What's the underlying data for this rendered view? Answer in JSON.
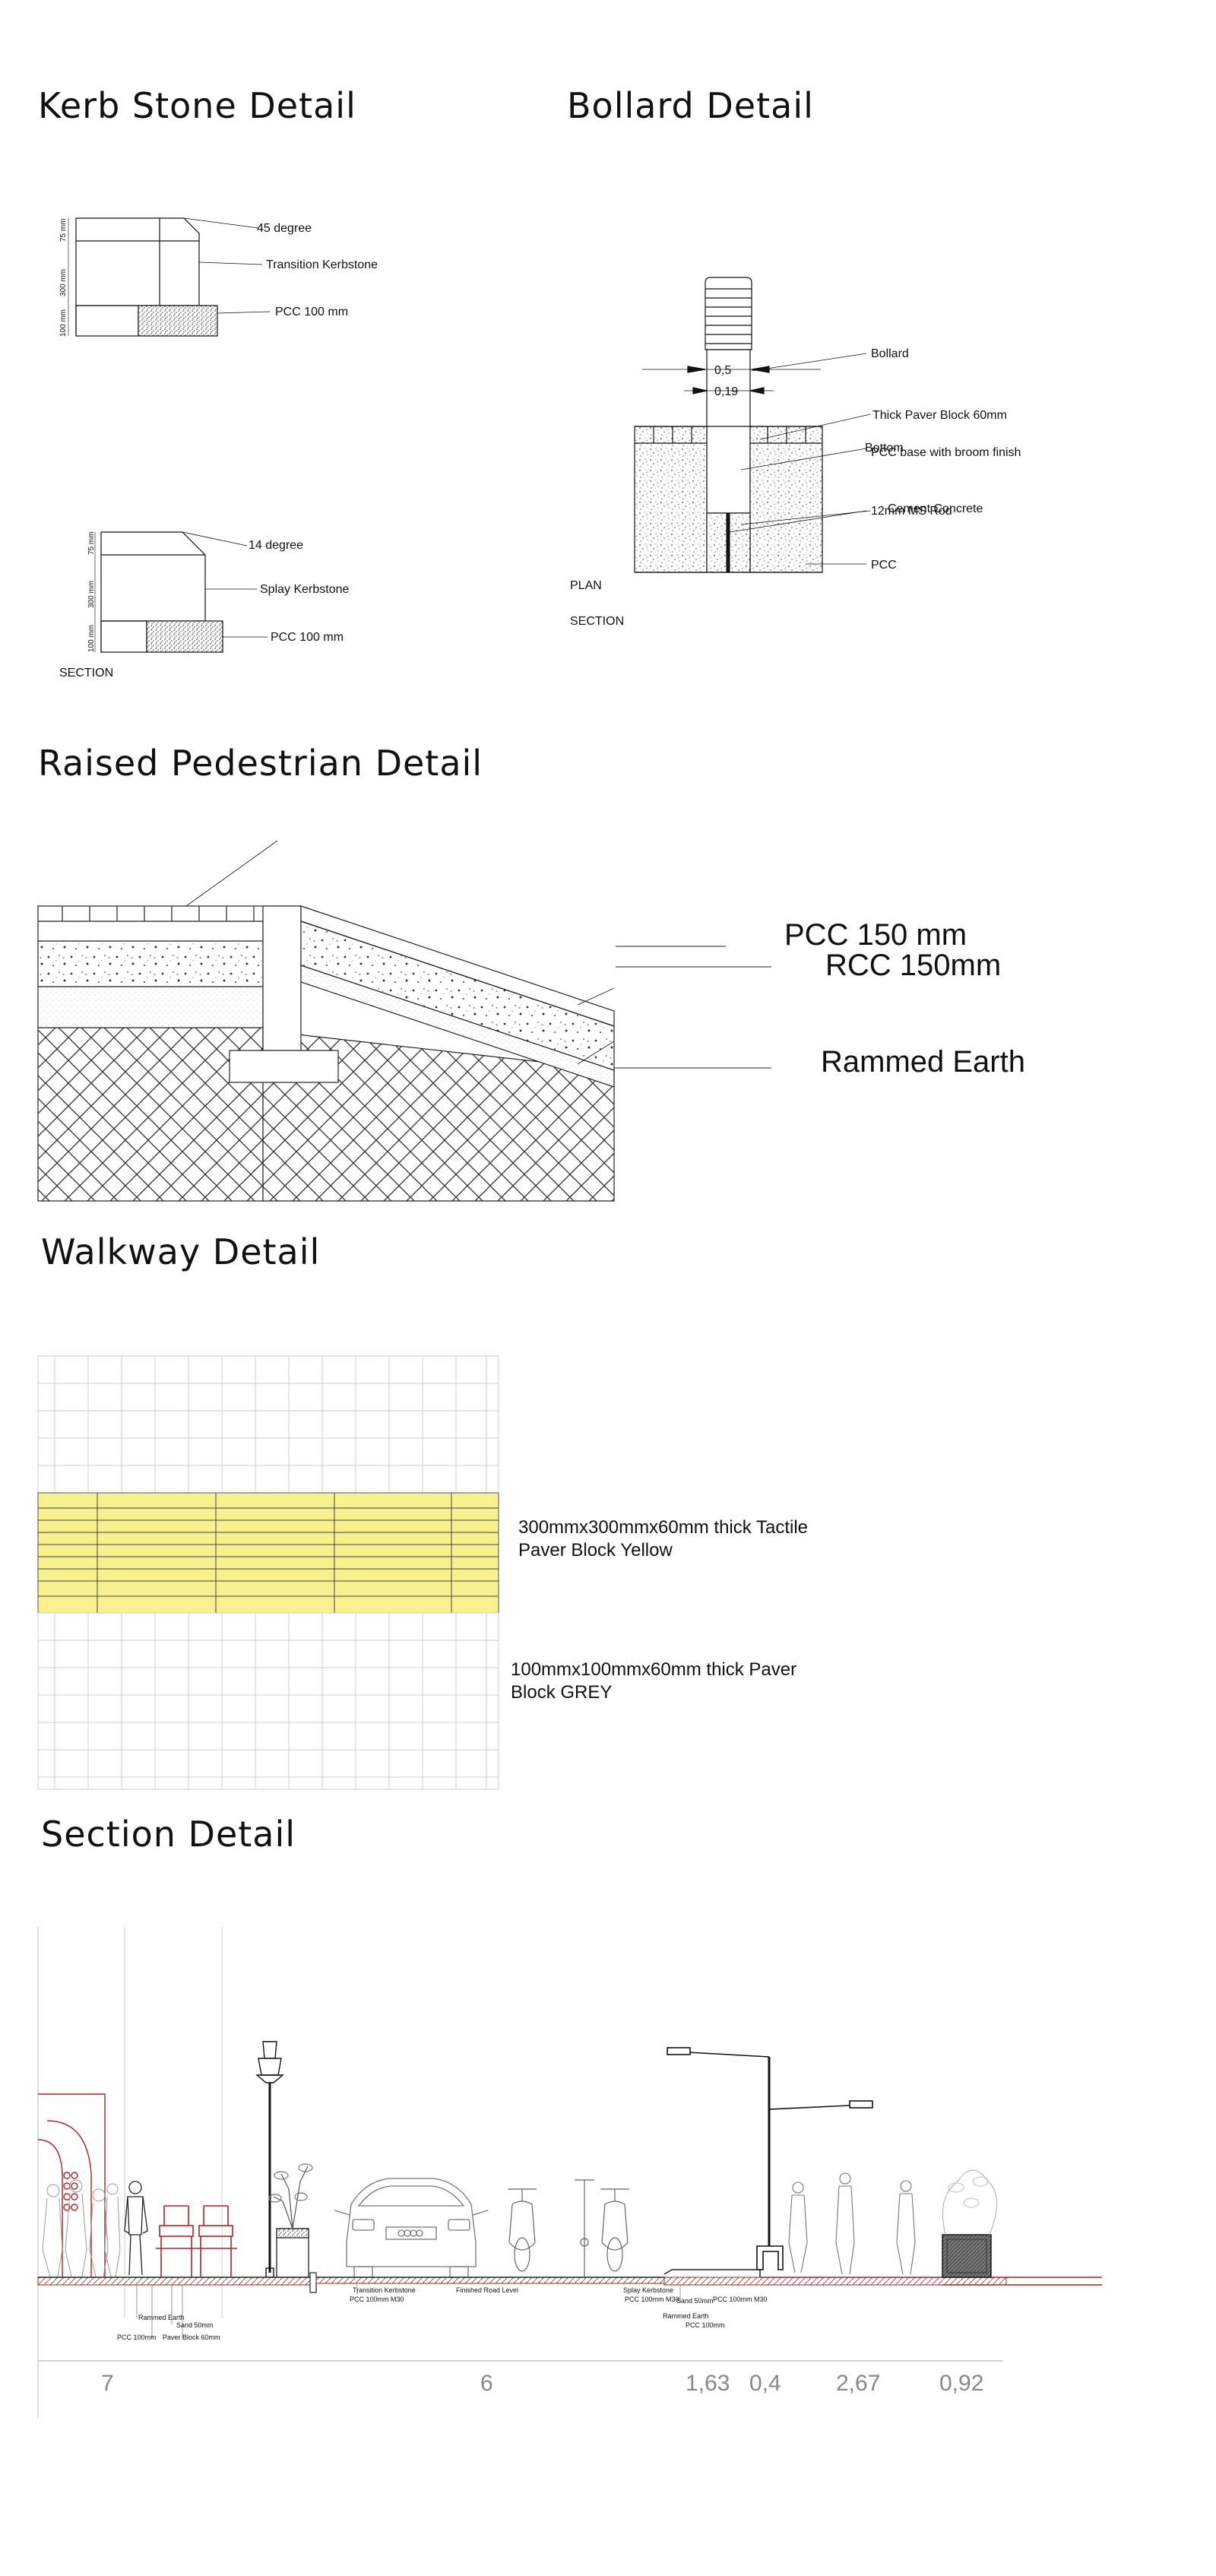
{
  "titles": {
    "kerb": "Kerb Stone Detail",
    "bollard": "Bollard Detail",
    "raised": "Raised Pedestrian Detail",
    "walkway": "Walkway Detail",
    "section": "Section Detail"
  },
  "kerb": {
    "top": {
      "angle": "45 degree",
      "stone": "Transition Kerbstone",
      "pcc": "PCC 100 mm",
      "dims": [
        "75 mm",
        "300 mm",
        "100 mm"
      ]
    },
    "bottom": {
      "angle": "14 degree",
      "stone": "Splay Kerbstone",
      "pcc": "PCC 100 mm",
      "dims": [
        "75 mm",
        "300 mm",
        "100 mm"
      ]
    },
    "section_label": "SECTION"
  },
  "bollard": {
    "dim1": "0,5",
    "dim2": "0,19",
    "labels": {
      "bollard": "Bollard",
      "paver": "Thick Paver Block 60mm",
      "bottom": "Bottom",
      "pcc_base": "PCC base with broom finish",
      "cement": "Cement Concrete",
      "ms_rod": "12mm MS Rod",
      "pcc": "PCC"
    },
    "plan": "PLAN",
    "section": "SECTION"
  },
  "raised": {
    "pcc": "PCC 150 mm",
    "rcc": "RCC 150mm",
    "earth": "Rammed Earth"
  },
  "walkway": {
    "tactile": [
      "300mmx300mmx60mm thick Tactile",
      "Paver Block Yellow"
    ],
    "paver": [
      "100mmx100mmx60mm thick Paver",
      "Block GREY"
    ],
    "colors": {
      "yellow": "#f7f08f",
      "grid": "#cccccc"
    }
  },
  "section": {
    "annotations": {
      "rammed_earth_l": "Rammed Earth",
      "sand_l": "Sand 50mm",
      "pcc_l": "PCC 100mm",
      "paver_l": "Paver Block 60mm",
      "transition": "Transition  Kerbstone",
      "pcc_m30": "PCC 100mm M30",
      "finished": "Finished Road Level",
      "splay": "Splay Kerbstone",
      "pcc_m30_b": "PCC 100mm M30",
      "sand_r": "Sand 50mm",
      "pcc_m30_c": "PCC 100mm M30",
      "rammed_earth_r": "Rammed Earth",
      "pcc_r": "PCC 100mm"
    },
    "dims": [
      "7",
      "6",
      "1,63",
      "0,4",
      "2,67",
      "0,92"
    ],
    "colors": {
      "red": "#b22222"
    }
  }
}
